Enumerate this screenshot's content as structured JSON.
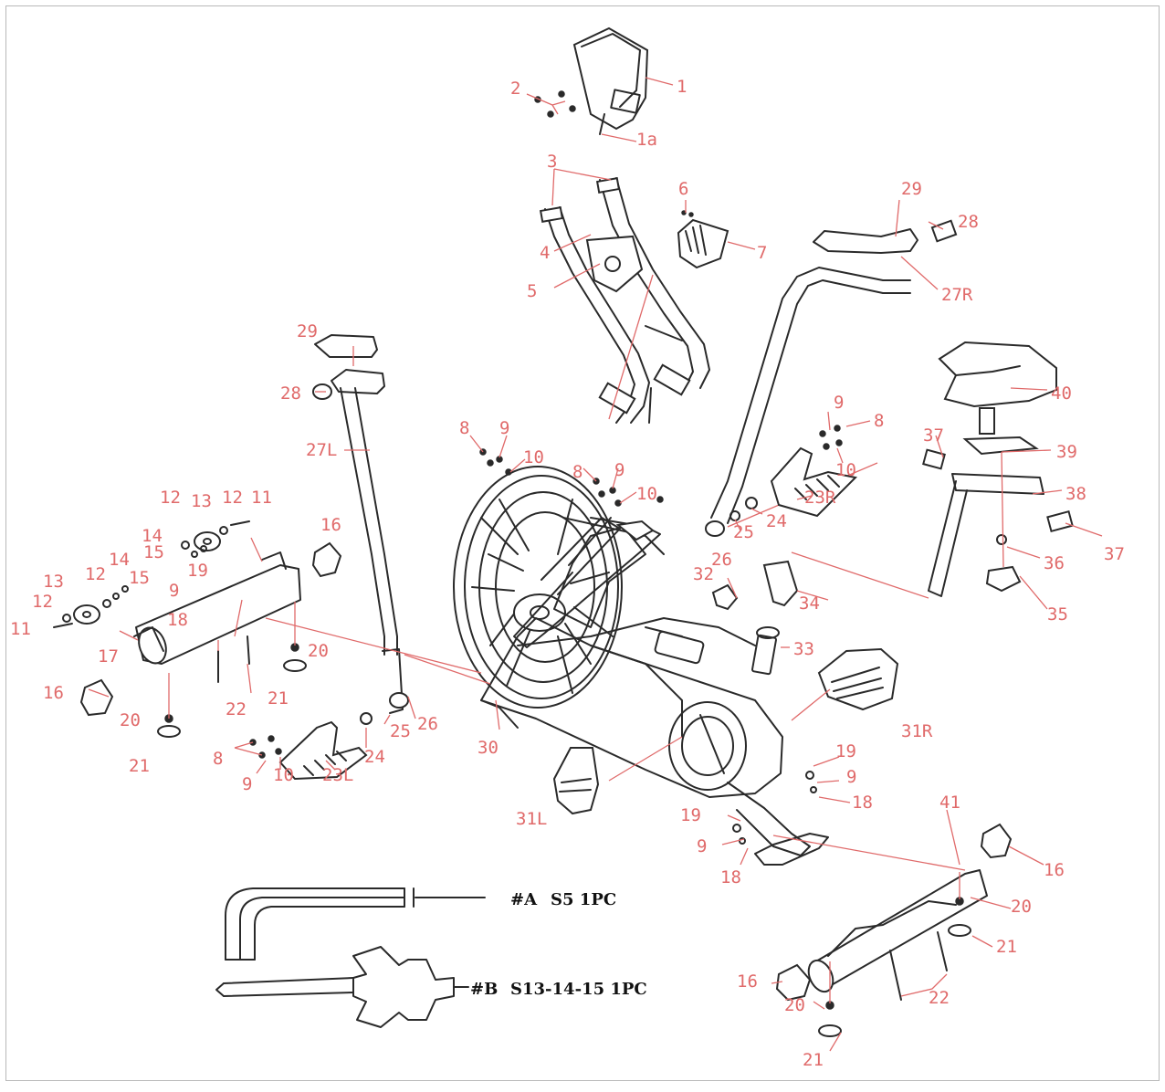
{
  "callouts": {
    "c1": "1",
    "c1a": "1a",
    "c2": "2",
    "c3": "3",
    "c4": "4",
    "c5": "5",
    "c6": "6",
    "c7": "7",
    "c8_top_left": "8",
    "c8_top_mid": "8",
    "c8_right": "8",
    "c8_bottom": "8",
    "c9_top_left": "9",
    "c9_top_mid": "9",
    "c9_right": "9",
    "c9_left_tube": "9",
    "c9_bottom": "9",
    "c9_rear": "9",
    "c9_frame": "9",
    "c10_top_left": "10",
    "c10_top_mid": "10",
    "c10_right": "10",
    "c10_bottom": "10",
    "c11_top": "11",
    "c11_left": "11",
    "c12_top": "12",
    "c12_top_b": "12",
    "c12_mid": "12",
    "c12_left": "12",
    "c13_top": "13",
    "c13_left": "13",
    "c14_top": "14",
    "c14_mid": "14",
    "c15_top": "15",
    "c15_mid": "15",
    "c16_front_right": "16",
    "c16_front_left": "16",
    "c16_rear_right": "16",
    "c16_rear_left": "16",
    "c17": "17",
    "c18_front": "18",
    "c18_rear": "18",
    "c18_frame": "18",
    "c19_front": "19",
    "c19_rear": "19",
    "c19_frame": "19",
    "c20_front_right": "20",
    "c20_front_left": "20",
    "c20_rear_right": "20",
    "c20_rear_left": "20",
    "c21_front_right": "21",
    "c21_front_left": "21",
    "c21_rear_right": "21",
    "c21_rear_left": "21",
    "c22_front": "22",
    "c22_rear": "22",
    "c23L": "23L",
    "c23R": "23R",
    "c24_left": "24",
    "c24_right": "24",
    "c25_left": "25",
    "c25_right": "25",
    "c26_left": "26",
    "c26_right": "26",
    "c27L": "27L",
    "c27R": "27R",
    "c28_left": "28",
    "c28_right": "28",
    "c29_left": "29",
    "c29_right": "29",
    "c30": "30",
    "c31L": "31L",
    "c31R": "31R",
    "c32": "32",
    "c33": "33",
    "c34": "34",
    "c35": "35",
    "c36": "36",
    "c37_left": "37",
    "c37_right": "37",
    "c38": "38",
    "c39": "39",
    "c40": "40",
    "c41": "41"
  },
  "tools": {
    "a_label": "#A",
    "a_spec": "S5 1PC",
    "b_label": "#B",
    "b_spec": "S13-14-15 1PC"
  },
  "colors": {
    "callout": "#e06a6a",
    "line_art": "#2a2a2a",
    "frame_border": "#b9b9b9"
  }
}
